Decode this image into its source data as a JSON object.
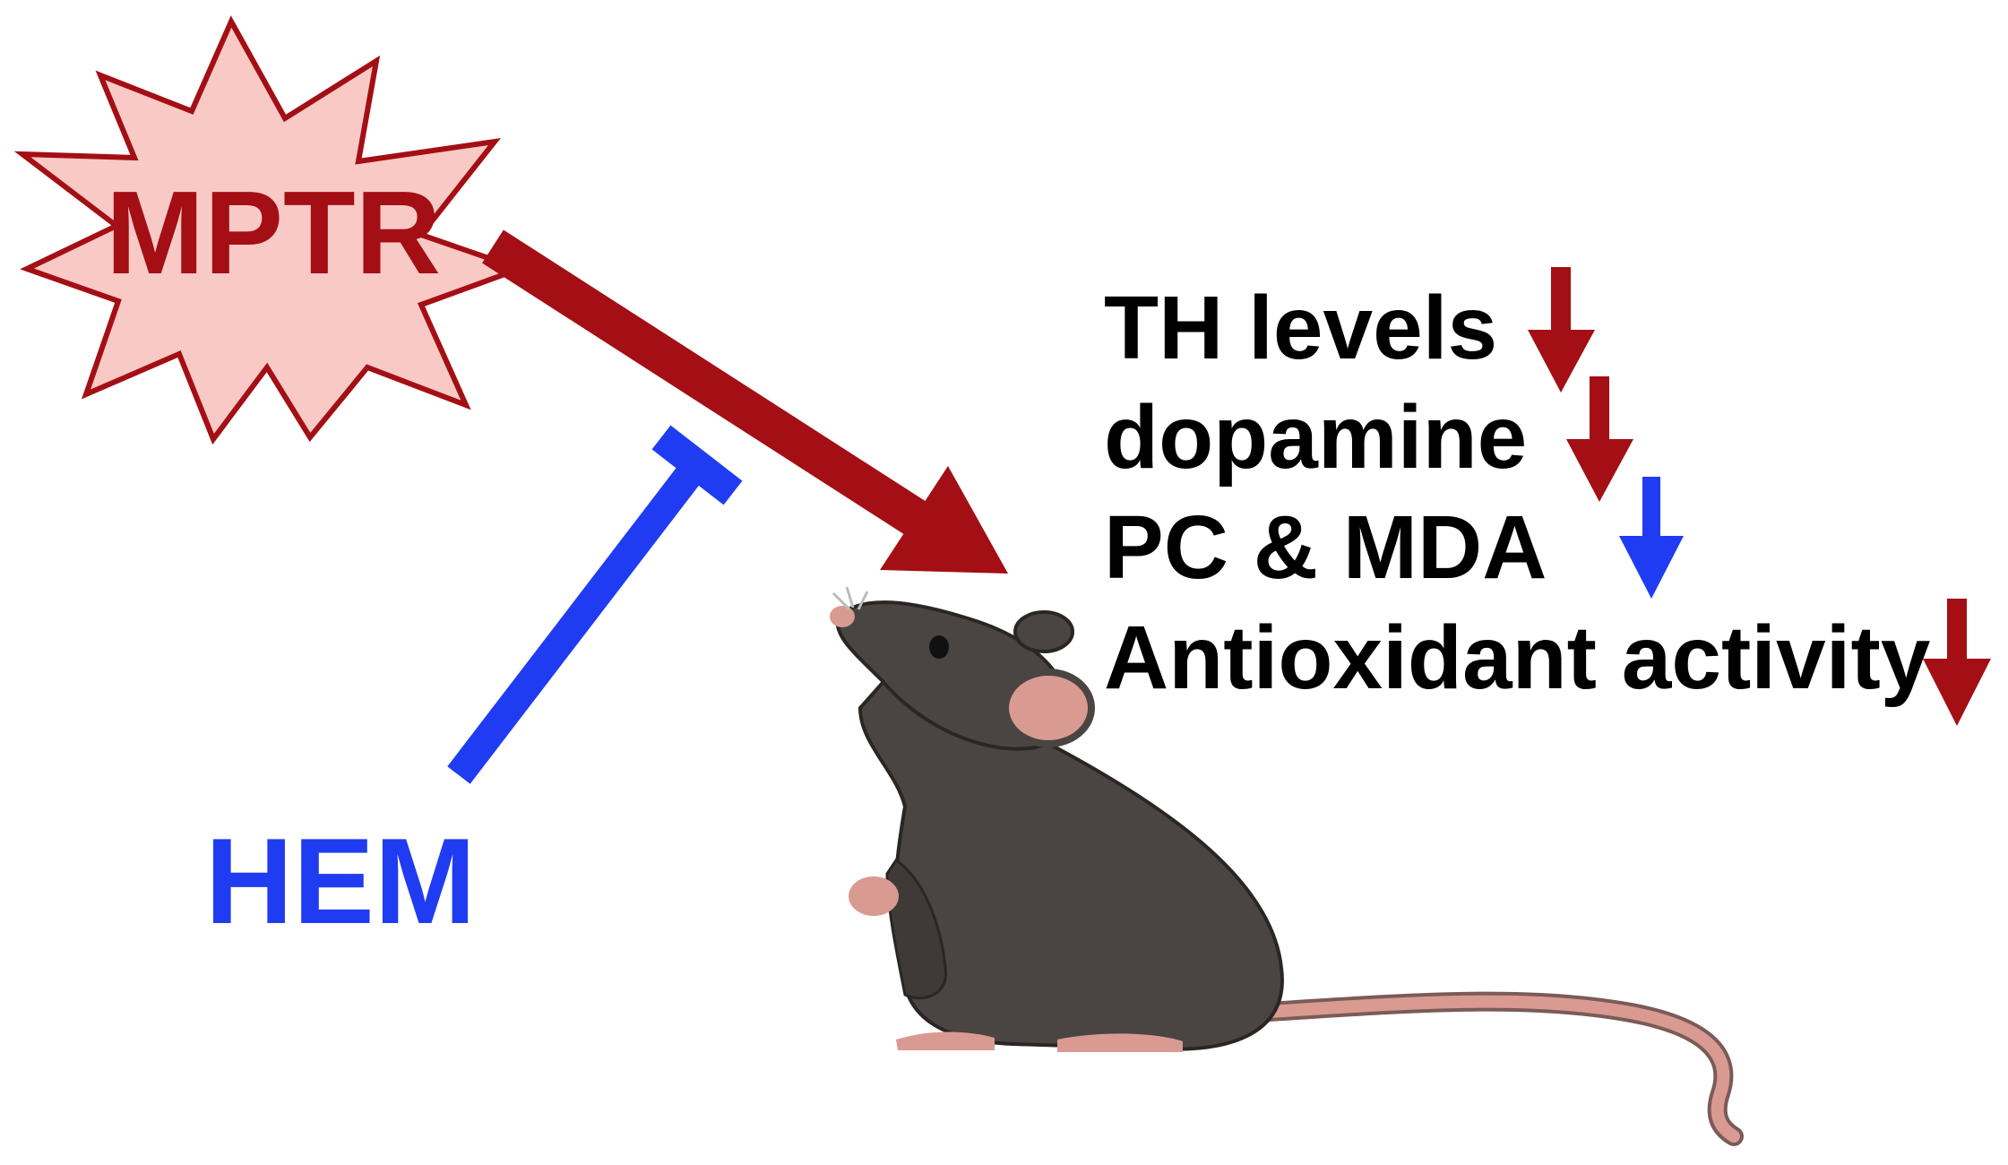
{
  "diagram": {
    "trigger": {
      "label": "MPTR",
      "color": "#a30f14",
      "fill": "#f9c9c6"
    },
    "inhibitor": {
      "label": "HEM",
      "color": "#1f3cf2"
    },
    "subject": {
      "icon": "mouse-icon",
      "body_color": "#4a4542",
      "skin_color": "#d99a92"
    },
    "effects": [
      {
        "label": "TH levels",
        "direction": "down",
        "arrow_color": "#a30f14"
      },
      {
        "label": "dopamine",
        "direction": "down",
        "arrow_color": "#a30f14"
      },
      {
        "label": "PC & MDA",
        "direction": "down",
        "arrow_color": "#1f3cf2"
      },
      {
        "label": "Antioxidant activity",
        "direction": "down",
        "arrow_color": "#a30f14"
      }
    ]
  }
}
